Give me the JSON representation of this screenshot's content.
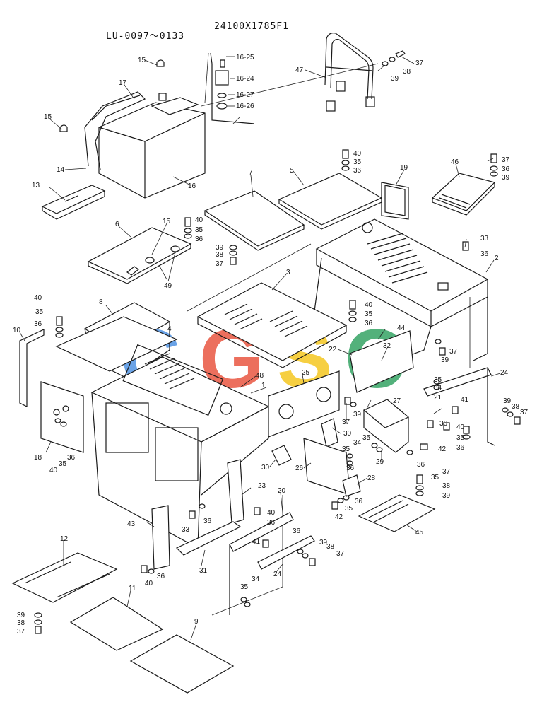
{
  "header": {
    "model_range": "LU-0097〜0133",
    "drawing_code": "24100X1785F1"
  },
  "watermark": {
    "letters": [
      "C",
      "G",
      "S",
      "C"
    ],
    "colors": [
      "#4a90e2",
      "#e8503a",
      "#f5c518",
      "#2ea05f"
    ]
  },
  "labels": {
    "p1": "1",
    "p2": "2",
    "p3": "3",
    "p4": "4",
    "p5": "5",
    "p6": "6",
    "p7": "7",
    "p8": "8",
    "p9": "9",
    "p10": "10",
    "p11": "11",
    "p12": "12",
    "p13": "13",
    "p14": "14",
    "p15a": "15",
    "p15b": "15",
    "p15c": "15",
    "p16": "16",
    "p16_24": "16-24",
    "p16_25": "16-25",
    "p16_26": "16-26",
    "p16_27": "16-27",
    "p17": "17",
    "p18": "18",
    "p19": "19",
    "p20": "20",
    "p21": "21",
    "p22": "22",
    "p23": "23",
    "p24a": "24",
    "p24b": "24",
    "p25": "25",
    "p26": "26",
    "p27": "27",
    "p28": "28",
    "p29": "29",
    "p30a": "30",
    "p30b": "30",
    "p31": "31",
    "p32": "32",
    "p33a": "33",
    "p33b": "33",
    "p41a": "41",
    "p41b": "41",
    "p42a": "42",
    "p42b": "42",
    "p43": "43",
    "p44": "44",
    "p45": "45",
    "p46": "46",
    "p47": "47",
    "p48": "48",
    "p49": "49",
    "a37": "37",
    "a38": "38",
    "a39": "39",
    "b40": "40",
    "b35": "35",
    "b36": "36",
    "c40": "40",
    "c35": "35",
    "c36": "36",
    "d39": "39",
    "d38": "38",
    "d37": "37",
    "e37": "37",
    "e36": "36",
    "e39": "39",
    "f36": "36",
    "g40": "40",
    "g35": "35",
    "g36": "36",
    "h40": "40",
    "h35": "35",
    "h36": "36",
    "i37": "37",
    "i39": "39",
    "j35": "35",
    "j34": "34",
    "k37": "37",
    "k39": "39",
    "l35": "35",
    "l34": "34",
    "m35": "35",
    "m36": "36",
    "n39": "39",
    "n38": "38",
    "n37": "37",
    "o36": "36",
    "o40": "40",
    "o35": "35",
    "o36b": "36",
    "q40": "40",
    "q35": "35",
    "q36": "36",
    "r35": "35",
    "r36": "36",
    "s37": "37",
    "s38": "38",
    "s39": "39",
    "t35": "35",
    "t36": "36",
    "u36": "36",
    "u40": "40",
    "v36": "36",
    "v39": "39",
    "v38": "38",
    "v37": "37",
    "w40": "40",
    "w36": "36",
    "x35": "35",
    "x34": "34",
    "y39": "39",
    "y38": "38",
    "y37": "37",
    "z36": "36"
  }
}
